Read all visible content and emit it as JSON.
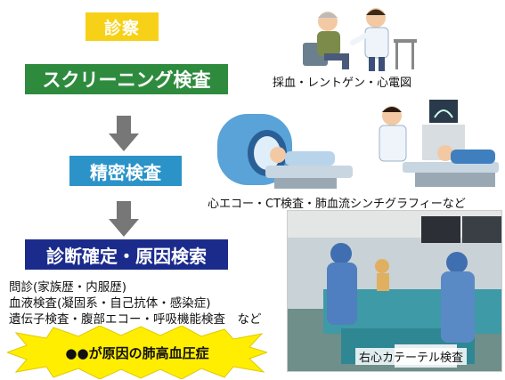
{
  "flow": {
    "step1": "診察",
    "step2": "スクリーニング検査",
    "step3": "精密検査",
    "step4": "診断確定・原因検索"
  },
  "details": [
    "問診(家族歴・内服歴)",
    "血液検査(凝固系・自己抗体・感染症)",
    "遺伝子検査・腹部エコー・呼吸機能検査　など"
  ],
  "conclusion": "●●が原因の肺高血圧症",
  "captions": {
    "screening": "採血・レントゲン・心電図",
    "detailed": "心エコー・CT検査・肺血流シンチグラフィーなど",
    "catheter": "右心カテーテル検査"
  },
  "colors": {
    "step1": "#f7d117",
    "step2": "#2e8b3e",
    "step3": "#2b93c7",
    "step4": "#1b2b8c",
    "burst": "#ffee00",
    "arrow": "#777777"
  }
}
